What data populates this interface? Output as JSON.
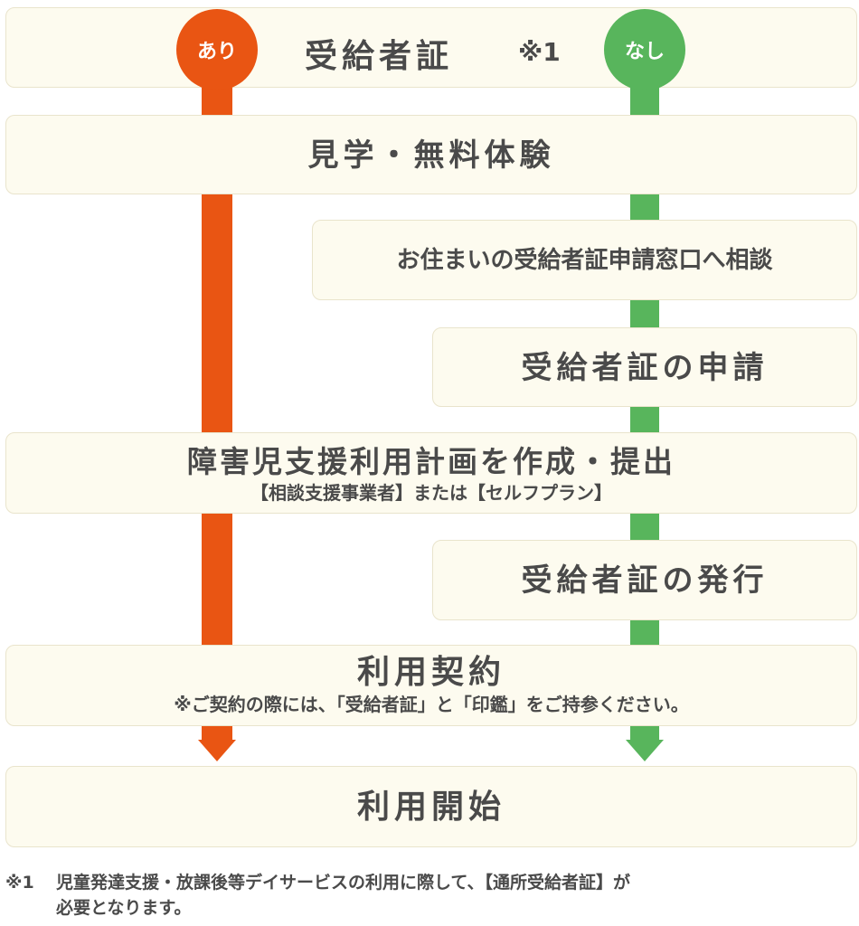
{
  "badges": {
    "yes": "あり",
    "no": "なし"
  },
  "steps": {
    "certificate_check": {
      "title": "受給者証",
      "note": "※1"
    },
    "tour": {
      "title": "見学・無料体験"
    },
    "consult": {
      "title": "お住まいの受給者証申請窓口へ相談"
    },
    "apply": {
      "title": "受給者証の申請"
    },
    "plan": {
      "title": "障害児支援利用計画を作成・提出",
      "subtitle": "【相談支援事業者】または【セルフプラン】"
    },
    "issue": {
      "title": "受給者証の発行"
    },
    "contract": {
      "title": "利用契約",
      "subtitle": "※ご契約の際には、「受給者証」と「印鑑」をご持参ください。"
    },
    "start": {
      "title": "利用開始"
    }
  },
  "footnote": {
    "mark": "※1",
    "line1": "児童発達支援・放課後等デイサービスの利用に際して、【通所受給者証】が",
    "line2": "必要となります。"
  },
  "colors": {
    "yes_path": "#e95513",
    "no_path": "#58b55c",
    "box_fill": "#fdfbef",
    "box_border": "#e9e4cc"
  }
}
